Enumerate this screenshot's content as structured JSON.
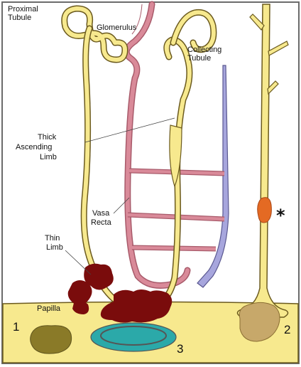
{
  "labels": {
    "proximal_tubule": [
      "Proximal",
      "Tubule"
    ],
    "glomerulus": "Glomerulus",
    "collecting_tubule": [
      "Collecting",
      "Tubule"
    ],
    "thick_ascending_limb": [
      "Thick",
      "Ascending",
      "Limb"
    ],
    "vasa_recta": [
      "Vasa",
      "Recta"
    ],
    "thin_limb": [
      "Thin",
      "Limb"
    ],
    "papilla": "Papilla"
  },
  "markers": {
    "one": "1",
    "two": "2",
    "three": "3",
    "asterisk": "*"
  },
  "colors": {
    "tubule": "#f7e98e",
    "outline": "#6b5a1e",
    "vasa_recta": "#d98a99",
    "collecting_tubule": "#a7a6dd",
    "papilla_deposit": "#7a0c0c",
    "cyan_deposit": "#2ba9a9",
    "olive_deposit": "#8a7a28",
    "tan_deposit": "#c7a86a",
    "orange_deposit": "#e46a23"
  }
}
